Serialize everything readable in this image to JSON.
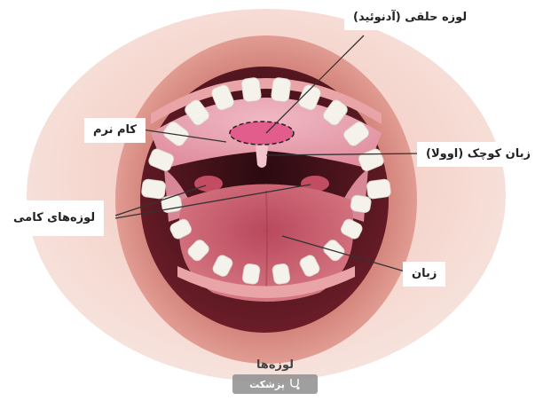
{
  "labels": {
    "adenoid": "لوزه حلقی (آدنوئید)",
    "soft_palate": "کام نرم",
    "uvula": "زبان کوچک (اوولا)",
    "palatine_tonsils": "لوزه‌های کامی",
    "tongue": "زبان"
  },
  "caption": {
    "title": "لوزه‌ها",
    "watermark": "پزشکت"
  },
  "colors": {
    "lips": "#d98a7f",
    "mouth_dark": "#5a1620",
    "tongue": "#c9606f",
    "teeth": "#f5f2ec",
    "gums": "#e6a2a6",
    "palate": "#eaa3b2",
    "adenoid": "#e25c8c",
    "line": "#333333"
  }
}
